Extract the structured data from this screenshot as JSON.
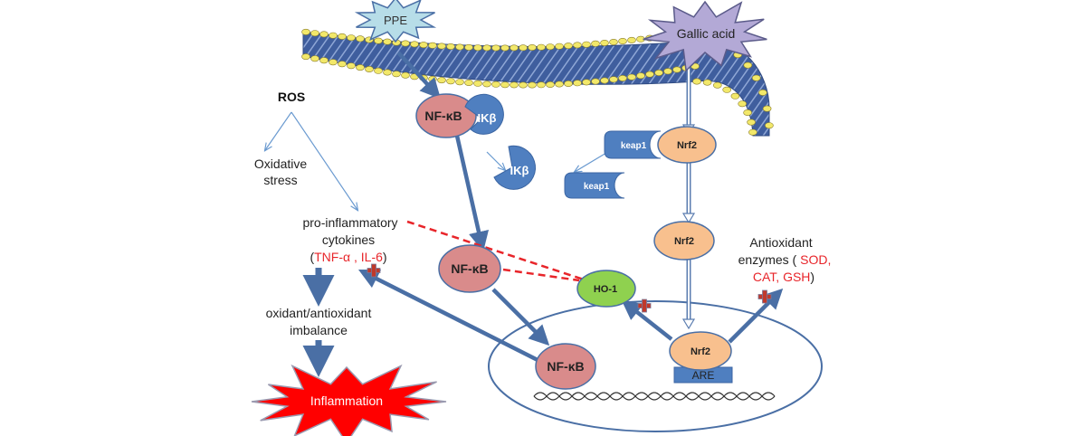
{
  "labels": {
    "ppe": "PPE",
    "gallic_acid": "Gallic acid",
    "ros": "ROS",
    "oxidative_stress_line1": "Oxidative",
    "oxidative_stress_line2": "stress",
    "cytokines_line1": "pro-inflammatory",
    "cytokines_line2": "cytokines",
    "cytokines_paren_open": "(",
    "tnf_alpha": "TNF-α",
    "comma": " , ",
    "il6": "IL-6",
    "cytokines_paren_close": ")",
    "imbalance_line1": "oxidant/antioxidant",
    "imbalance_line2": "imbalance",
    "inflammation": "Inflammation",
    "nfkb_complex": "NF-κB",
    "ikb_bound": "IKβ",
    "ikb_free": "IKβ",
    "nfkb_cytoplasm": "NF-κB",
    "nfkb_nucleus": "NF-κB",
    "keap1_bound": "keap1",
    "keap1_free": "keap1",
    "nrf2_complex": "Nrf2",
    "nrf2_cytoplasm": "Nrf2",
    "nrf2_nucleus": "Nrf2",
    "ho1": "HO-1",
    "are": "ARE",
    "enzymes_line1": "Antioxidant",
    "enzymes_line2": "enzymes (",
    "enzymes_sod": "SOD,",
    "enzymes_line3": "CAT, GSH",
    "enzymes_close": ")"
  },
  "colors": {
    "arrow_blue": "#4a6fa5",
    "nfkb_fill": "#d98b8b",
    "ikb_fill": "#4f7fc0",
    "nrf2_fill": "#f8c08e",
    "ho1_fill": "#8fd14f",
    "inflammation_fill": "#ff0000",
    "red_text": "#e8252a",
    "plus_red": "#c0392b"
  }
}
